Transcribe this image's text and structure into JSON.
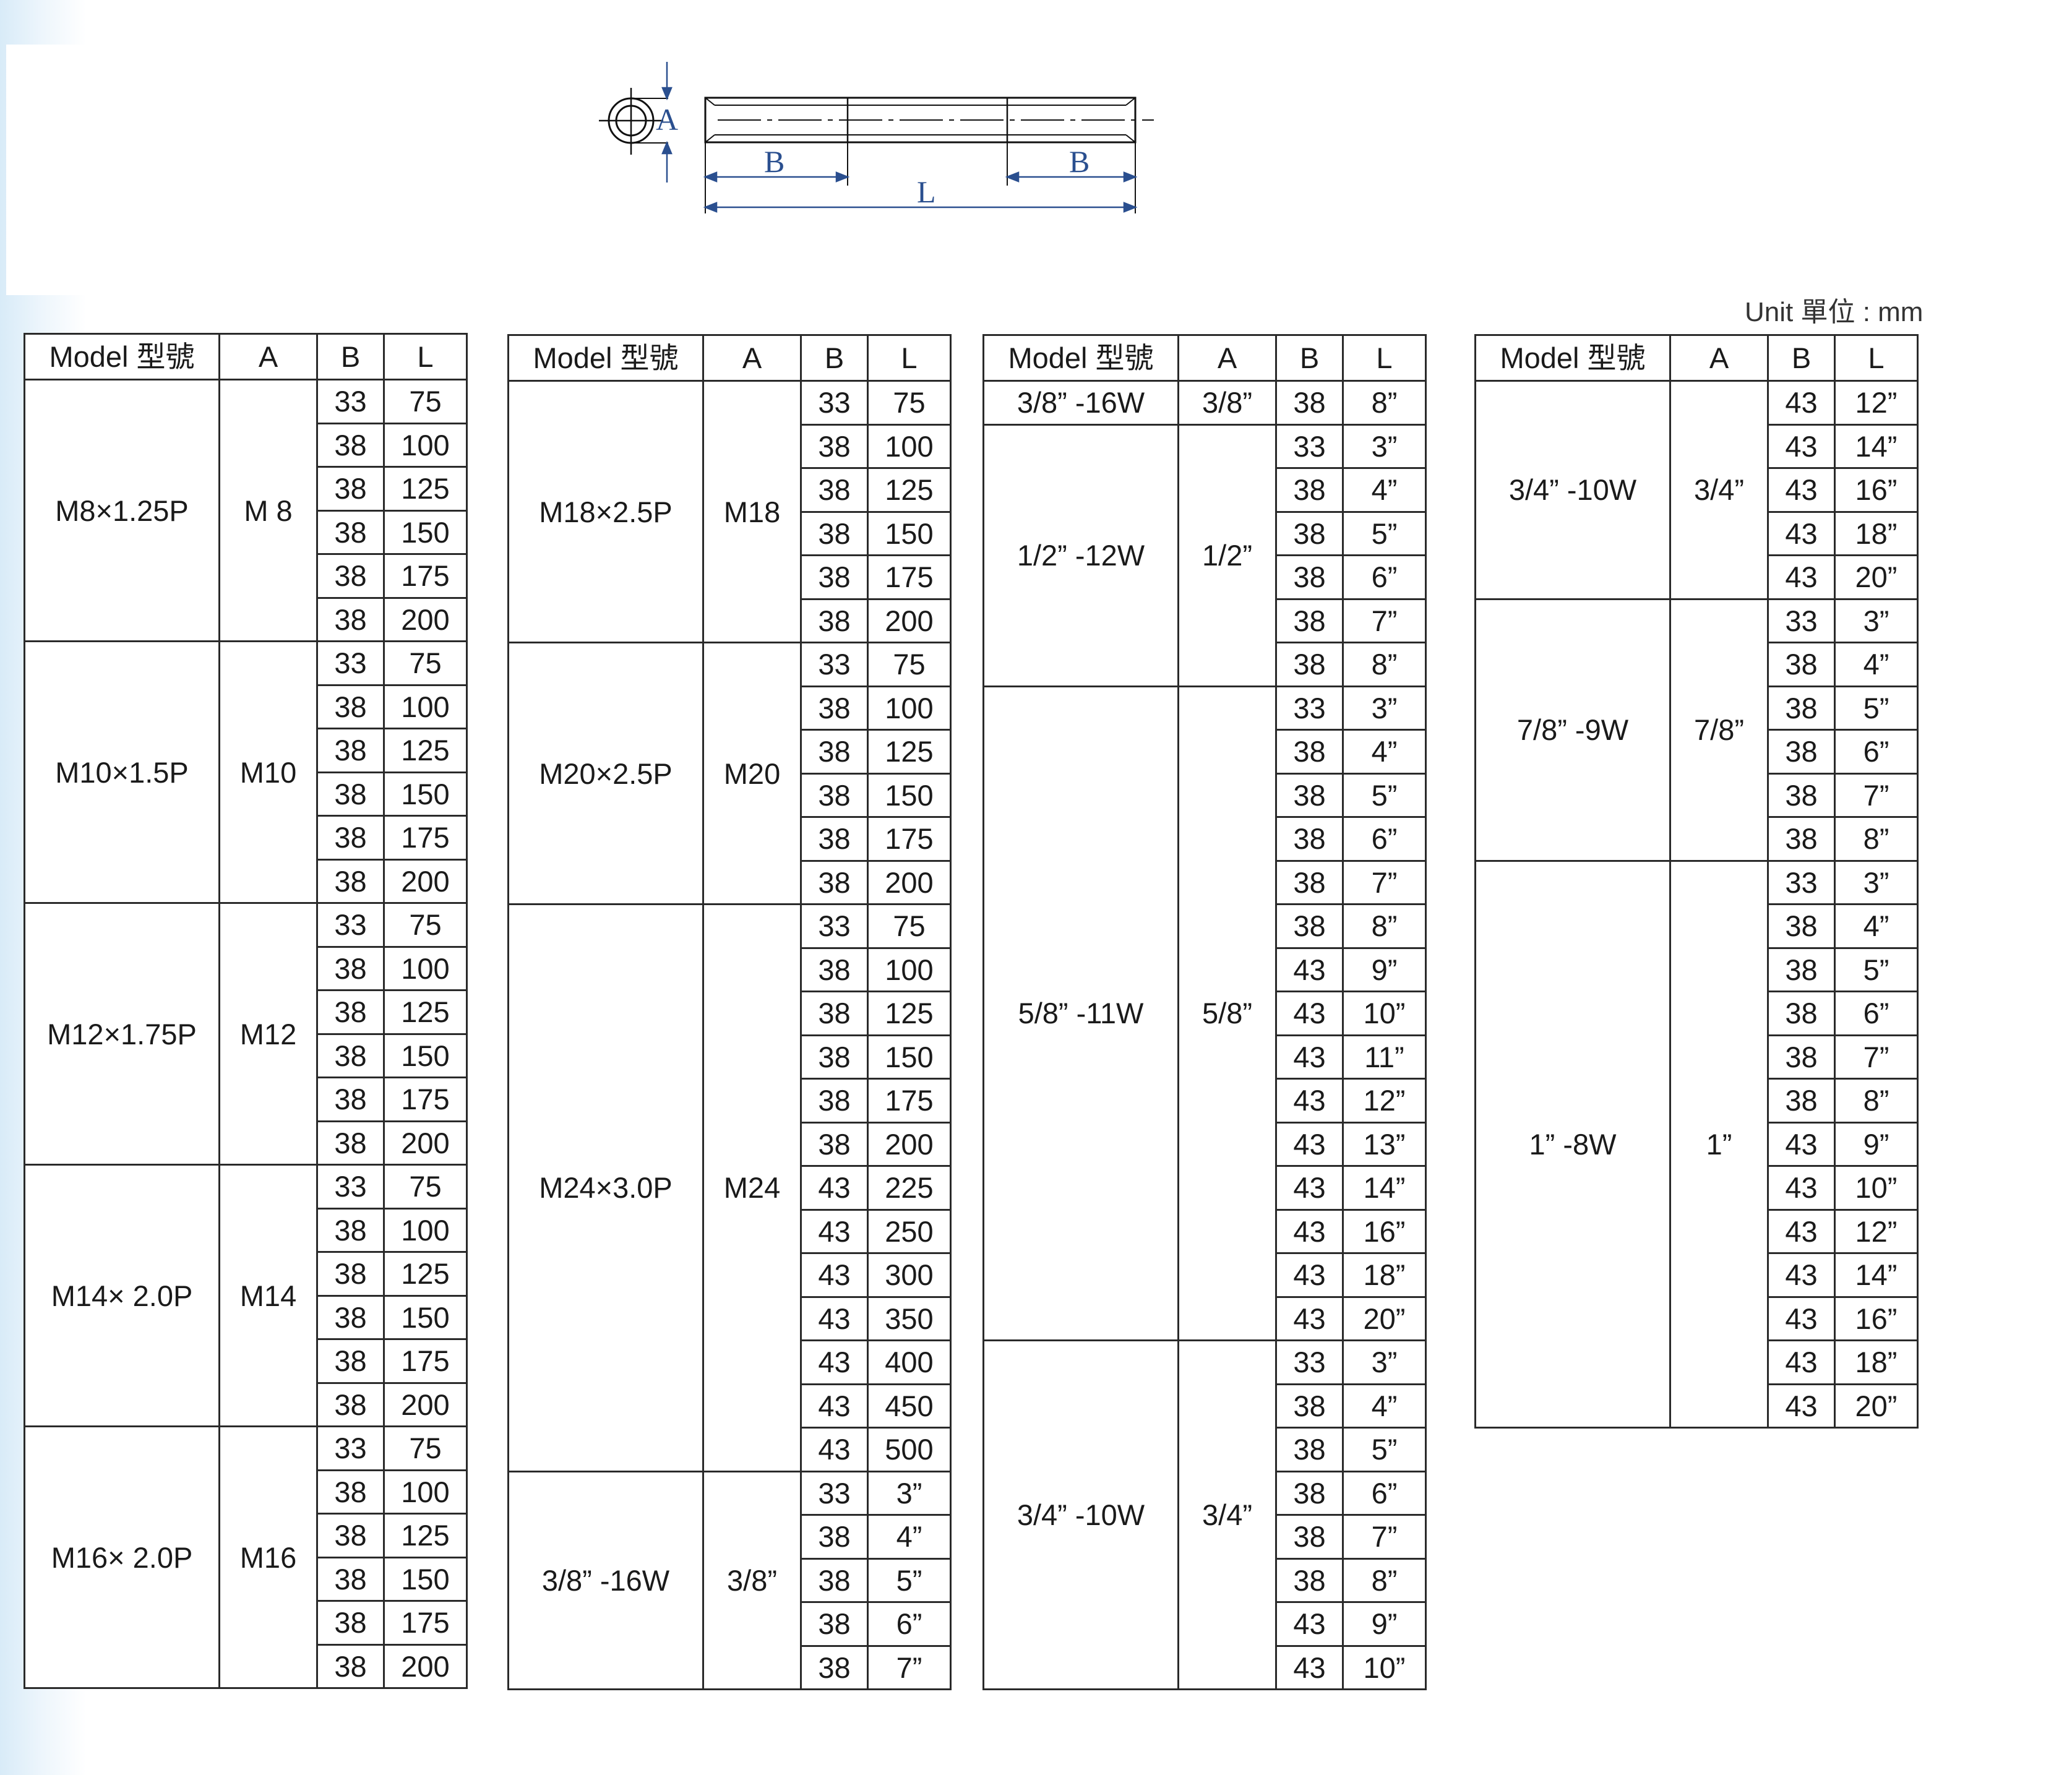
{
  "diagram": {
    "label_a": "A",
    "label_b": "B",
    "label_l": "L"
  },
  "unit_label": "Unit 單位 : mm",
  "headers": {
    "model": "Model 型號",
    "a": "A",
    "b": "B",
    "l": "L"
  },
  "tables": [
    {
      "groups": [
        {
          "model": "M8×1.25P",
          "a": "M 8",
          "rows": [
            [
              "33",
              "75"
            ],
            [
              "38",
              "100"
            ],
            [
              "38",
              "125"
            ],
            [
              "38",
              "150"
            ],
            [
              "38",
              "175"
            ],
            [
              "38",
              "200"
            ]
          ]
        },
        {
          "model": "M10×1.5P",
          "a": "M10",
          "rows": [
            [
              "33",
              "75"
            ],
            [
              "38",
              "100"
            ],
            [
              "38",
              "125"
            ],
            [
              "38",
              "150"
            ],
            [
              "38",
              "175"
            ],
            [
              "38",
              "200"
            ]
          ]
        },
        {
          "model": "M12×1.75P",
          "a": "M12",
          "rows": [
            [
              "33",
              "75"
            ],
            [
              "38",
              "100"
            ],
            [
              "38",
              "125"
            ],
            [
              "38",
              "150"
            ],
            [
              "38",
              "175"
            ],
            [
              "38",
              "200"
            ]
          ]
        },
        {
          "model": "M14× 2.0P",
          "a": "M14",
          "rows": [
            [
              "33",
              "75"
            ],
            [
              "38",
              "100"
            ],
            [
              "38",
              "125"
            ],
            [
              "38",
              "150"
            ],
            [
              "38",
              "175"
            ],
            [
              "38",
              "200"
            ]
          ]
        },
        {
          "model": "M16× 2.0P",
          "a": "M16",
          "rows": [
            [
              "33",
              "75"
            ],
            [
              "38",
              "100"
            ],
            [
              "38",
              "125"
            ],
            [
              "38",
              "150"
            ],
            [
              "38",
              "175"
            ],
            [
              "38",
              "200"
            ]
          ]
        }
      ]
    },
    {
      "groups": [
        {
          "model": "M18×2.5P",
          "a": "M18",
          "rows": [
            [
              "33",
              "75"
            ],
            [
              "38",
              "100"
            ],
            [
              "38",
              "125"
            ],
            [
              "38",
              "150"
            ],
            [
              "38",
              "175"
            ],
            [
              "38",
              "200"
            ]
          ]
        },
        {
          "model": "M20×2.5P",
          "a": "M20",
          "rows": [
            [
              "33",
              "75"
            ],
            [
              "38",
              "100"
            ],
            [
              "38",
              "125"
            ],
            [
              "38",
              "150"
            ],
            [
              "38",
              "175"
            ],
            [
              "38",
              "200"
            ]
          ]
        },
        {
          "model": "M24×3.0P",
          "a": "M24",
          "rows": [
            [
              "33",
              "75"
            ],
            [
              "38",
              "100"
            ],
            [
              "38",
              "125"
            ],
            [
              "38",
              "150"
            ],
            [
              "38",
              "175"
            ],
            [
              "38",
              "200"
            ],
            [
              "43",
              "225"
            ],
            [
              "43",
              "250"
            ],
            [
              "43",
              "300"
            ],
            [
              "43",
              "350"
            ],
            [
              "43",
              "400"
            ],
            [
              "43",
              "450"
            ],
            [
              "43",
              "500"
            ]
          ]
        },
        {
          "model": "3/8” -16W",
          "a": "3/8”",
          "rows": [
            [
              "33",
              "3”"
            ],
            [
              "38",
              "4”"
            ],
            [
              "38",
              "5”"
            ],
            [
              "38",
              "6”"
            ],
            [
              "38",
              "7”"
            ]
          ]
        }
      ]
    },
    {
      "groups": [
        {
          "model": "3/8” -16W",
          "a": "3/8”",
          "rows": [
            [
              "38",
              "8”"
            ]
          ]
        },
        {
          "model": "1/2” -12W",
          "a": "1/2”",
          "rows": [
            [
              "33",
              "3”"
            ],
            [
              "38",
              "4”"
            ],
            [
              "38",
              "5”"
            ],
            [
              "38",
              "6”"
            ],
            [
              "38",
              "7”"
            ],
            [
              "38",
              "8”"
            ]
          ]
        },
        {
          "model": "5/8” -11W",
          "a": "5/8”",
          "rows": [
            [
              "33",
              "3”"
            ],
            [
              "38",
              "4”"
            ],
            [
              "38",
              "5”"
            ],
            [
              "38",
              "6”"
            ],
            [
              "38",
              "7”"
            ],
            [
              "38",
              "8”"
            ],
            [
              "43",
              "9”"
            ],
            [
              "43",
              "10”"
            ],
            [
              "43",
              "11”"
            ],
            [
              "43",
              "12”"
            ],
            [
              "43",
              "13”"
            ],
            [
              "43",
              "14”"
            ],
            [
              "43",
              "16”"
            ],
            [
              "43",
              "18”"
            ],
            [
              "43",
              "20”"
            ]
          ]
        },
        {
          "model": "3/4” -10W",
          "a": "3/4”",
          "rows": [
            [
              "33",
              "3”"
            ],
            [
              "38",
              "4”"
            ],
            [
              "38",
              "5”"
            ],
            [
              "38",
              "6”"
            ],
            [
              "38",
              "7”"
            ],
            [
              "38",
              "8”"
            ],
            [
              "43",
              "9”"
            ],
            [
              "43",
              "10”"
            ]
          ]
        }
      ]
    },
    {
      "groups": [
        {
          "model": "3/4” -10W",
          "a": "3/4”",
          "rows": [
            [
              "43",
              "12”"
            ],
            [
              "43",
              "14”"
            ],
            [
              "43",
              "16”"
            ],
            [
              "43",
              "18”"
            ],
            [
              "43",
              "20”"
            ]
          ]
        },
        {
          "model": "7/8” -9W",
          "a": "7/8”",
          "rows": [
            [
              "33",
              "3”"
            ],
            [
              "38",
              "4”"
            ],
            [
              "38",
              "5”"
            ],
            [
              "38",
              "6”"
            ],
            [
              "38",
              "7”"
            ],
            [
              "38",
              "8”"
            ]
          ]
        },
        {
          "model": "1” -8W",
          "a": "1”",
          "rows": [
            [
              "33",
              "3”"
            ],
            [
              "38",
              "4”"
            ],
            [
              "38",
              "5”"
            ],
            [
              "38",
              "6”"
            ],
            [
              "38",
              "7”"
            ],
            [
              "38",
              "8”"
            ],
            [
              "43",
              "9”"
            ],
            [
              "43",
              "10”"
            ],
            [
              "43",
              "12”"
            ],
            [
              "43",
              "14”"
            ],
            [
              "43",
              "16”"
            ],
            [
              "43",
              "18”"
            ],
            [
              "43",
              "20”"
            ]
          ]
        }
      ]
    }
  ]
}
